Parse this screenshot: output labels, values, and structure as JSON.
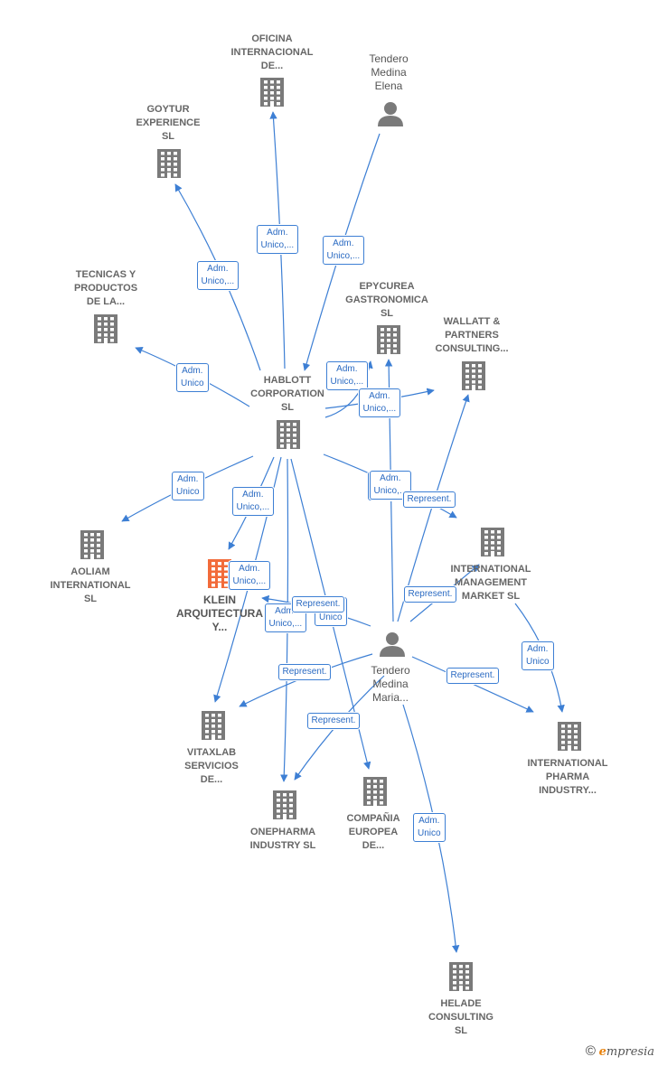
{
  "nodes": [
    {
      "id": "oficina",
      "kind": "company",
      "lines": [
        "OFICINA",
        "INTERNACIONAL",
        "DE..."
      ]
    },
    {
      "id": "tendero_elena",
      "kind": "person",
      "lines": [
        "Tendero",
        "Medina",
        "Elena"
      ]
    },
    {
      "id": "goytur",
      "kind": "company",
      "lines": [
        "GOYTUR",
        "EXPERIENCE",
        "SL"
      ]
    },
    {
      "id": "tecnicas",
      "kind": "company",
      "lines": [
        "TECNICAS Y",
        "PRODUCTOS",
        "DE LA..."
      ]
    },
    {
      "id": "epycurea",
      "kind": "company",
      "lines": [
        "EPYCUREA",
        "GASTRONOMICA",
        "SL"
      ]
    },
    {
      "id": "wallatt",
      "kind": "company",
      "lines": [
        "WALLATT &",
        "PARTNERS",
        "CONSULTING..."
      ]
    },
    {
      "id": "hablott",
      "kind": "company",
      "lines": [
        "HABLOTT",
        "CORPORATION",
        "SL"
      ]
    },
    {
      "id": "aoliam",
      "kind": "company",
      "lines": [
        "AOLIAM",
        "INTERNATIONAL",
        "SL"
      ]
    },
    {
      "id": "klein",
      "kind": "focus",
      "lines": [
        "KLEIN",
        "ARQUITECTURA",
        "Y..."
      ]
    },
    {
      "id": "intl_mgmt",
      "kind": "company",
      "lines": [
        "INTERNATIONAL",
        "MANAGEMENT",
        "MARKET  SL"
      ]
    },
    {
      "id": "tendero_maria",
      "kind": "person",
      "lines": [
        "Tendero",
        "Medina",
        "Maria..."
      ]
    },
    {
      "id": "vitaxlab",
      "kind": "company",
      "lines": [
        "VITAXLAB",
        "SERVICIOS",
        "DE..."
      ]
    },
    {
      "id": "intl_pharma",
      "kind": "company",
      "lines": [
        "INTERNATIONAL",
        "PHARMA",
        "INDUSTRY..."
      ]
    },
    {
      "id": "onepharma",
      "kind": "company",
      "lines": [
        "ONEPHARMA",
        "INDUSTRY  SL"
      ]
    },
    {
      "id": "compania",
      "kind": "company",
      "lines": [
        "COMPAÑIA",
        "EUROPEA",
        "DE..."
      ]
    },
    {
      "id": "helade",
      "kind": "company",
      "lines": [
        "HELADE",
        "CONSULTING",
        "SL"
      ]
    }
  ],
  "edges": [
    {
      "from": "hablott",
      "to": "oficina",
      "label": [
        "Adm.",
        "Unico,..."
      ]
    },
    {
      "from": "hablott",
      "to": "goytur",
      "label": [
        "Adm.",
        "Unico,..."
      ]
    },
    {
      "from": "tendero_elena",
      "to": "hablott",
      "label": [
        "Adm.",
        "Unico,..."
      ]
    },
    {
      "from": "hablott",
      "to": "tecnicas",
      "label": [
        "Adm.",
        "Unico"
      ]
    },
    {
      "from": "hablott",
      "to": "epycurea",
      "label": [
        "Adm.",
        "Unico,..."
      ]
    },
    {
      "from": "hablott",
      "to": "wallatt",
      "label": [
        "Adm.",
        "Unico,..."
      ]
    },
    {
      "from": "hablott",
      "to": "aoliam",
      "label": [
        "Adm.",
        "Unico"
      ]
    },
    {
      "from": "hablott",
      "to": "klein",
      "label": [
        "Adm.",
        "Unico,..."
      ]
    },
    {
      "from": "hablott",
      "to": "intl_mgmt",
      "label": [
        "Adm.",
        "Unico,..."
      ]
    },
    {
      "from": "hablott",
      "to": "vitaxlab",
      "label": [
        "Adm.",
        "Unico,..."
      ]
    },
    {
      "from": "hablott",
      "to": "onepharma",
      "label": [
        "Adm.",
        "Unico,..."
      ]
    },
    {
      "from": "hablott",
      "to": "compania",
      "label": [
        "Adm.",
        "Unico"
      ]
    },
    {
      "from": "tendero_maria",
      "to": "epycurea",
      "label": [
        "Adm.",
        "Unico,..."
      ]
    },
    {
      "from": "tendero_maria",
      "to": "wallatt",
      "label": [
        "Represent."
      ]
    },
    {
      "from": "tendero_maria",
      "to": "intl_mgmt",
      "label": [
        "Represent."
      ]
    },
    {
      "from": "tendero_maria",
      "to": "klein",
      "label": [
        "Represent."
      ]
    },
    {
      "from": "tendero_maria",
      "to": "vitaxlab",
      "label": [
        "Represent."
      ]
    },
    {
      "from": "tendero_maria",
      "to": "onepharma",
      "label": [
        "Represent."
      ]
    },
    {
      "from": "tendero_maria",
      "to": "intl_pharma",
      "label": [
        "Represent."
      ]
    },
    {
      "from": "tendero_maria",
      "to": "helade",
      "label": [
        "Adm.",
        "Unico"
      ]
    },
    {
      "from": "intl_mgmt",
      "to": "intl_pharma",
      "label": [
        "Adm.",
        "Unico"
      ]
    }
  ],
  "colors": {
    "edge": "#3d7fd4",
    "node": "#7a7a7a",
    "focus": "#f26b3a",
    "label_border": "#3d7fd4",
    "label_text": "#2a6ac2"
  },
  "brand": {
    "symbol": "©",
    "initial": "e",
    "rest": "mpresia"
  }
}
